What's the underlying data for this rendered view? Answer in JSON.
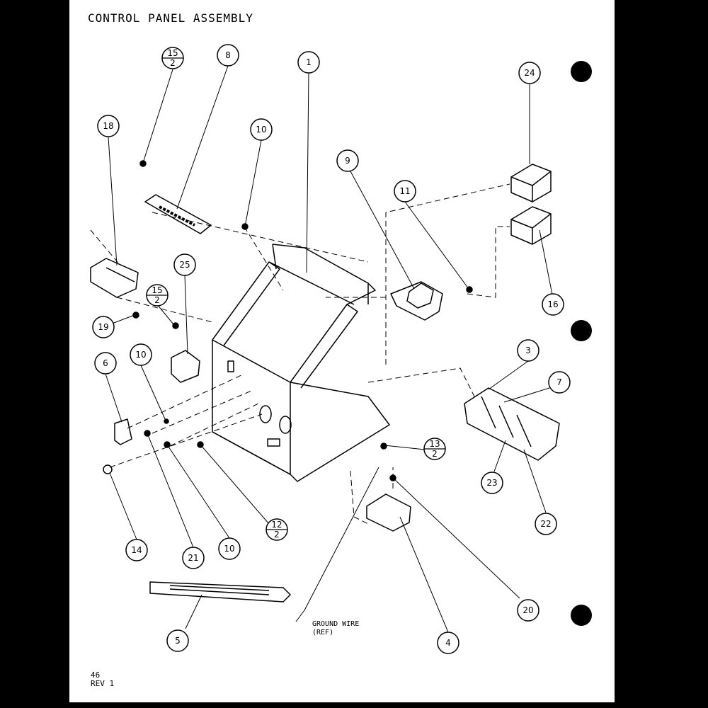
{
  "title": "CONTROL PANEL ASSEMBLY",
  "page_number": "46",
  "revision": "REV 1",
  "callouts": [
    {
      "id": "c-1",
      "label": "1"
    },
    {
      "id": "c-8",
      "label": "8"
    },
    {
      "id": "c-15a",
      "num": "15",
      "den": "2"
    },
    {
      "id": "c-18",
      "label": "18"
    },
    {
      "id": "c-10a",
      "label": "10"
    },
    {
      "id": "c-9",
      "label": "9"
    },
    {
      "id": "c-11",
      "label": "11"
    },
    {
      "id": "c-24",
      "label": "24"
    },
    {
      "id": "c-16",
      "label": "16"
    },
    {
      "id": "c-25",
      "label": "25"
    },
    {
      "id": "c-15b",
      "num": "15",
      "den": "2"
    },
    {
      "id": "c-19",
      "label": "19"
    },
    {
      "id": "c-6",
      "label": "6"
    },
    {
      "id": "c-10b",
      "label": "10"
    },
    {
      "id": "c-3",
      "label": "3"
    },
    {
      "id": "c-7",
      "label": "7"
    },
    {
      "id": "c-13",
      "num": "13",
      "den": "2"
    },
    {
      "id": "c-23",
      "label": "23"
    },
    {
      "id": "c-22",
      "label": "22"
    },
    {
      "id": "c-12",
      "num": "12",
      "den": "2"
    },
    {
      "id": "c-14",
      "label": "14"
    },
    {
      "id": "c-21",
      "label": "21"
    },
    {
      "id": "c-10c",
      "label": "10"
    },
    {
      "id": "c-20",
      "label": "20"
    },
    {
      "id": "c-5",
      "label": "5"
    },
    {
      "id": "c-4",
      "label": "4"
    }
  ],
  "ground_wire_note": {
    "line1": "GROUND WIRE",
    "line2": "(REF)"
  }
}
